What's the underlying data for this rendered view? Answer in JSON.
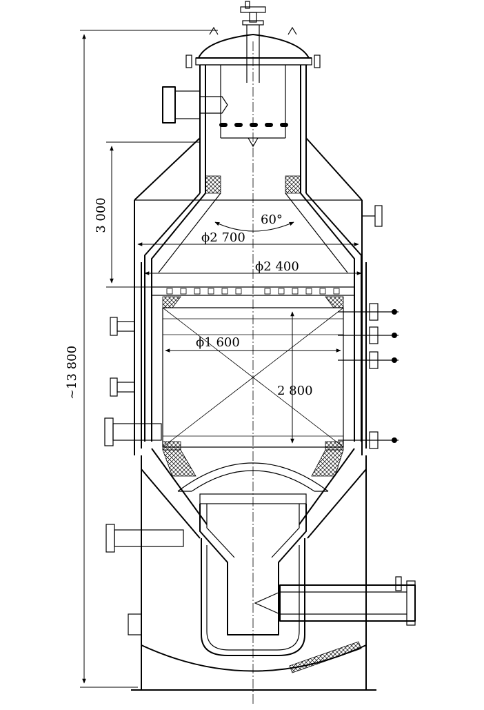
{
  "dimensions": {
    "overall_height": "~13 800",
    "upper_height": "3 000",
    "cone_angle": "60°",
    "outer_diameter": "ϕ2 700",
    "inner_diameter": "ϕ2 400",
    "bed_diameter": "ϕ1 600",
    "bed_height": "2 800"
  }
}
